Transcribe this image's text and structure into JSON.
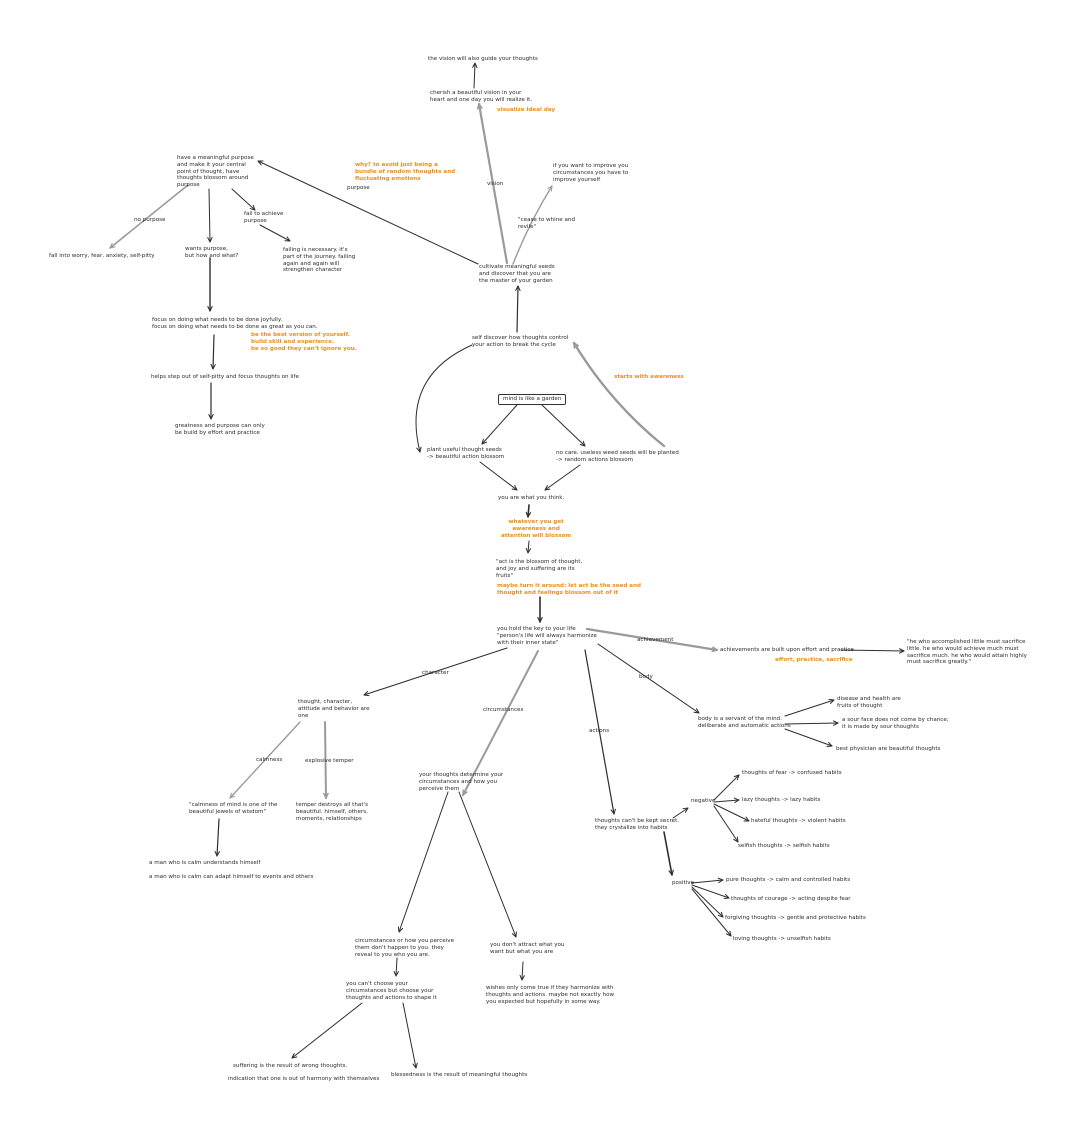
{
  "colors": {
    "text": "#2a2a2a",
    "accent": "#f28c0f",
    "edge": "#2e2e2e",
    "edge_light": "#9a9a9a",
    "background": "#ffffff"
  },
  "nodes": {
    "vision_guide": "the vision will also guide your thoughts",
    "cherish_vision": "cherish a beautiful vision in your\nheart and one day you will realize it.",
    "visualize_ideal_day": "visualize ideal day",
    "meaningful_purpose": "have a meaningful purpose\nand make it your central\npoint of thought, have\nthoughts blossom around\npurpose",
    "why_purpose": "why? to avoid just being a\nbundle of random thoughts and\nfluctuating emotions",
    "improve_yourself": "if you want to improve you\ncircumstances you have to\nimprove yourself",
    "purpose": "purpose",
    "vision": "vision",
    "no_purpose": "no purpose",
    "fail_to_achieve": "fail to achieve\npurpose",
    "cease_whine": "\"cease to whine and\nrevile\"",
    "fall_into_worry": "fall into worry, fear, anxiety, self-pitty",
    "wants_purpose": "wants purpose,\nbut how and what?",
    "failing_necessary": "failing is necessary. it's\npart of the journey. failing\nagain and again will\nstrengthen character",
    "cultivate_seeds": "cultivate meaningful seeds\nand discover that you are\nthe master of your garden",
    "focus_joyfully": "focus on doing what needs to be done joyfully.\nfocus on doing what needs to be done as great as you can.",
    "best_version": "be the best version of yourself.\nbuild skill and experience.\nbe so good they can't ignore you.",
    "self_discover": "self discover how thoughts control\nyour action to break the cycle",
    "helps_step_out": "helps step out of self-pitty and focus thoughts on life",
    "starts_awareness": "starts with awareness",
    "mind_garden": "mind is like a garden",
    "greatness_purpose": "greatness and purpose can only\nbe build by effort and practice",
    "plant_useful": "plant useful thought seeds\n-> beautiful action blossom",
    "no_care": "no care. useless weed seeds will be planted\n-> random actions blossom",
    "you_are_what": "you are what you think.",
    "whatever_awareness": "whatever you get\nawareness and\nattention will blossom",
    "act_blossom": "\"act is the blossom of thought,\nand joy and suffering are its\nfruits\"",
    "maybe_turn": "maybe turn it around: let act be the seed and\nthought and feelings blossom out of it",
    "hold_key": "you hold the key to your life\n\"person's life will always harmonize\nwith their inner state\"",
    "achievement": "achievement",
    "achievements_built": "achievements are built upon effort and practice",
    "he_who": "\"he who accomplished little must sacrifice\nlittle. he who would achieve much must\nsacrifice much. he who would attain highly\nmust sacrifice greatly.\"",
    "effort_practice": "effort, practice, sacrifice",
    "character": "character",
    "body": "body",
    "thought_character": "thought, character,\nattitude and behavior are\none",
    "circumstances": "circumstances",
    "disease_health": "disease and health are\nfruits of thought",
    "body_servant": "body is a servant of the mind.\ndeliberate and automatic actions",
    "sour_face": "a sour face does not come by chance;\nit is made by sour thoughts",
    "actions": "actions",
    "best_physician": "best physician are beautiful thoughts",
    "calmness": "calmness",
    "explosive_temper": "explosive temper",
    "thoughts_fear": "thoughts of fear -> confused habits",
    "your_thoughts_determine": "your thoughts determine your\ncircumstances and how you\nperceive them",
    "calmness_quote": "\"calmness of mind is one of the\nbeautiful jewels of wisdom\"",
    "temper_destroys": "temper destroys all that's\nbeautiful. himself, others,\nmoments, relationships",
    "negative": "negative",
    "lazy_thoughts": "lazy thoughts -> lazy habits",
    "cant_be_kept": "thoughts can't be kept secret.\nthey crystalize into habits",
    "hateful_thoughts": "hateful thoughts -> violent habits",
    "selfish_thoughts": "selfish thoughts -> selfish habits",
    "calm_understands": "a man who is calm understands himself",
    "calm_adapt": "a man who is calm can adapt himself to events and others",
    "positive": "positive",
    "pure_thoughts": "pure thoughts -> calm and controlled habits",
    "thoughts_courage": "thoughts of courage -> acting despite fear",
    "forgiving_thoughts": "forgiving thoughts -> gentle and protective habits",
    "loving_thoughts": "loving thoughts -> unselfish habits",
    "circumstances_perceive": "circumstances or how you perceive\nthem don't happen to you. they\nreveal to you who you are.",
    "dont_attract": "you don't attract what you\nwant but what you are",
    "cant_choose": "you can't choose your\ncircumstances but choose your\nthoughts and actions to shape it",
    "wishes_come_true": "wishes only come true if they harmonize with\nthoughts and actions. maybe not exactly how\nyou expected but hopefully in some way.",
    "suffering_result": "suffering is the result of wrong thoughts.",
    "indication_harmony": "indication that one is out of harmony with themselves",
    "blessedness": "blessedness is the result of meaningful thoughts"
  }
}
